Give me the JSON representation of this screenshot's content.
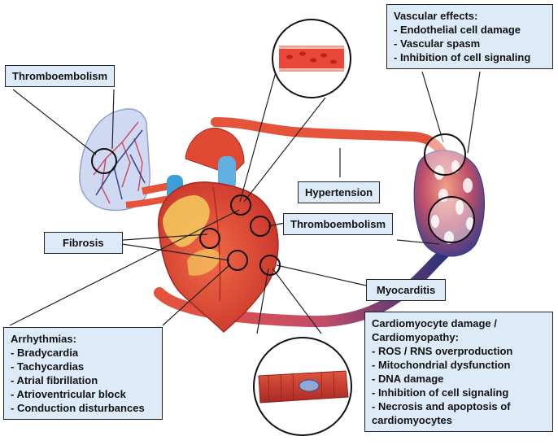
{
  "labels": {
    "thromboembolism_lung": "Thromboembolism",
    "hypertension": "Hypertension",
    "thromboembolism_heart": "Thromboembolism",
    "fibrosis": "Fibrosis",
    "myocarditis": "Myocarditis"
  },
  "vascular_effects": {
    "title": "Vascular effects:",
    "items": [
      "- Endothelial cell damage",
      "- Vascular spasm",
      "- Inhibition of cell signaling"
    ]
  },
  "arrhythmias": {
    "title": "Arrhythmias:",
    "items": [
      "- Bradycardia",
      "- Tachycardias",
      "- Atrial fibrillation",
      "- Atrioventricular block",
      "- Conduction disturbances"
    ]
  },
  "cardiomyocyte": {
    "title": "Cardiomyocyte damage / Cardiomyopathy:",
    "items": [
      "- ROS / RNS overproduction",
      "- Mitochondrial dysfunction",
      "- DNA damage",
      "- Inhibition of cell signaling",
      "- Necrosis and apoptosis of cardiomyocytes"
    ]
  },
  "colors": {
    "box_fill": "#dcebf7",
    "vessel_red": "#e5533a",
    "vessel_blue": "#24307a",
    "heart_red": "#e14a32",
    "fat_yellow": "#f4c55c",
    "lung_blue": "#b7c8ea"
  }
}
